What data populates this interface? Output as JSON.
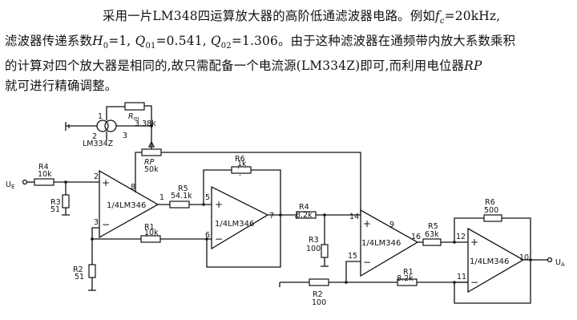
{
  "text": {
    "line1_a": "采用一片LM348四运算放大器的高阶低通滤波器电路。例如",
    "fc_sym": "f",
    "fc_sub": "c",
    "fc_val": "=20kHz,",
    "line2_a": "滤波器传递系数",
    "h_sym": "H",
    "h_sub": "0",
    "h_val": "=1,",
    "q1_sym": "Q",
    "q1_sub": "01",
    "q1_val": "=0.541,",
    "q2_sym": "Q",
    "q2_sub": "02",
    "q2_val": "=1.306。由于这种滤波器在通频带内放大系数乘积",
    "line3": "的计算对四个放大器是相同的,故只需配备一个电流源(LM334Z)即可,而利用电位器",
    "rp_sym": "RP",
    "line4": "就可进行精确调整。"
  },
  "circuit": {
    "input_label": "U",
    "input_sub": "E",
    "output_label": "U",
    "output_sub": "A",
    "current_source": {
      "name": "LM334Z",
      "pin1": "1",
      "pin2": "2",
      "pin3": "3"
    },
    "rm": {
      "name": "R",
      "sub": "m",
      "value": "3.38k"
    },
    "rp": {
      "name": "RP",
      "value": "50k"
    },
    "amp_label": "1/4LM346",
    "resistors": [
      {
        "name": "R4",
        "value": "10k"
      },
      {
        "name": "R3",
        "value": "51"
      },
      {
        "name": "R2",
        "value": "51"
      },
      {
        "name": "R5",
        "value": "54.1k"
      },
      {
        "name": "R6",
        "value": "1k"
      },
      {
        "name": "R1",
        "value": "10k"
      },
      {
        "name": "R4",
        "value": "8.2k"
      },
      {
        "name": "R3",
        "value": "100"
      },
      {
        "name": "R5",
        "value": "63k"
      },
      {
        "name": "R6",
        "value": "500"
      },
      {
        "name": "R1",
        "value": "8.2k"
      },
      {
        "name": "R2",
        "value": "100"
      }
    ],
    "pins": {
      "a1_in_plus": "2",
      "a1_in_minus": "3",
      "a1_out": "1",
      "a1_pwr": "8",
      "a2_in_plus": "5",
      "a2_in_minus": "6",
      "a2_out": "7",
      "a3_in_plus": "14",
      "a3_in_minus": "15",
      "a3_out": "16",
      "a3_pwr": "9",
      "a4_in_plus": "12",
      "a4_in_minus": "11",
      "a4_out": "10"
    },
    "signs": {
      "plus": "+",
      "minus": "−"
    }
  }
}
